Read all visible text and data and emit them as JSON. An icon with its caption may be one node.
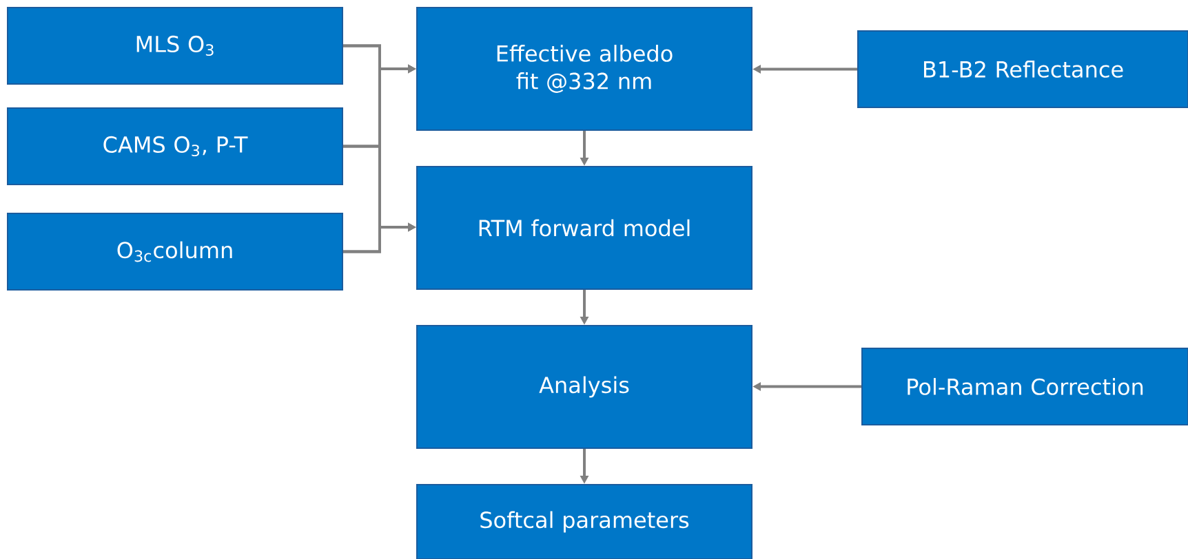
{
  "diagram": {
    "nodes": [
      {
        "text": [
          "MLS O$_{3}$"
        ]
      },
      {
        "text": [
          "CAMS O$_{3}$, P-T"
        ]
      },
      {
        "text": [
          "O$_{3c}$column"
        ]
      },
      {
        "text": [
          "Effective albedo fit @332 nm"
        ]
      },
      {
        "text": [
          "B1-B2 Reflectance"
        ]
      },
      {
        "text": [
          "RTM forward model"
        ]
      },
      {
        "text": [
          "Analysis"
        ]
      },
      {
        "text": [
          "Pol-Raman Correction"
        ]
      },
      {
        "text": [
          "Softcal parameters"
        ]
      }
    ],
    "edges": [
      {
        "from": 0,
        "to": 3,
        "arrow": "to"
      },
      {
        "from": 1,
        "to": 3,
        "arrow": "to"
      },
      {
        "from": 2,
        "to": 3,
        "arrow": "to"
      },
      {
        "from": 0,
        "to": 5,
        "arrow": "to"
      },
      {
        "from": 1,
        "to": 5,
        "arrow": "to"
      },
      {
        "from": 2,
        "to": 5,
        "arrow": "to"
      },
      {
        "from": 4,
        "to": 3,
        "arrow": "to"
      },
      {
        "from": 3,
        "to": 5,
        "arrow": "to"
      },
      {
        "from": 5,
        "to": 6,
        "arrow": "to"
      },
      {
        "from": 7,
        "to": 6,
        "arrow": "to"
      },
      {
        "from": 6,
        "to": 8,
        "arrow": "to"
      }
    ]
  }
}
